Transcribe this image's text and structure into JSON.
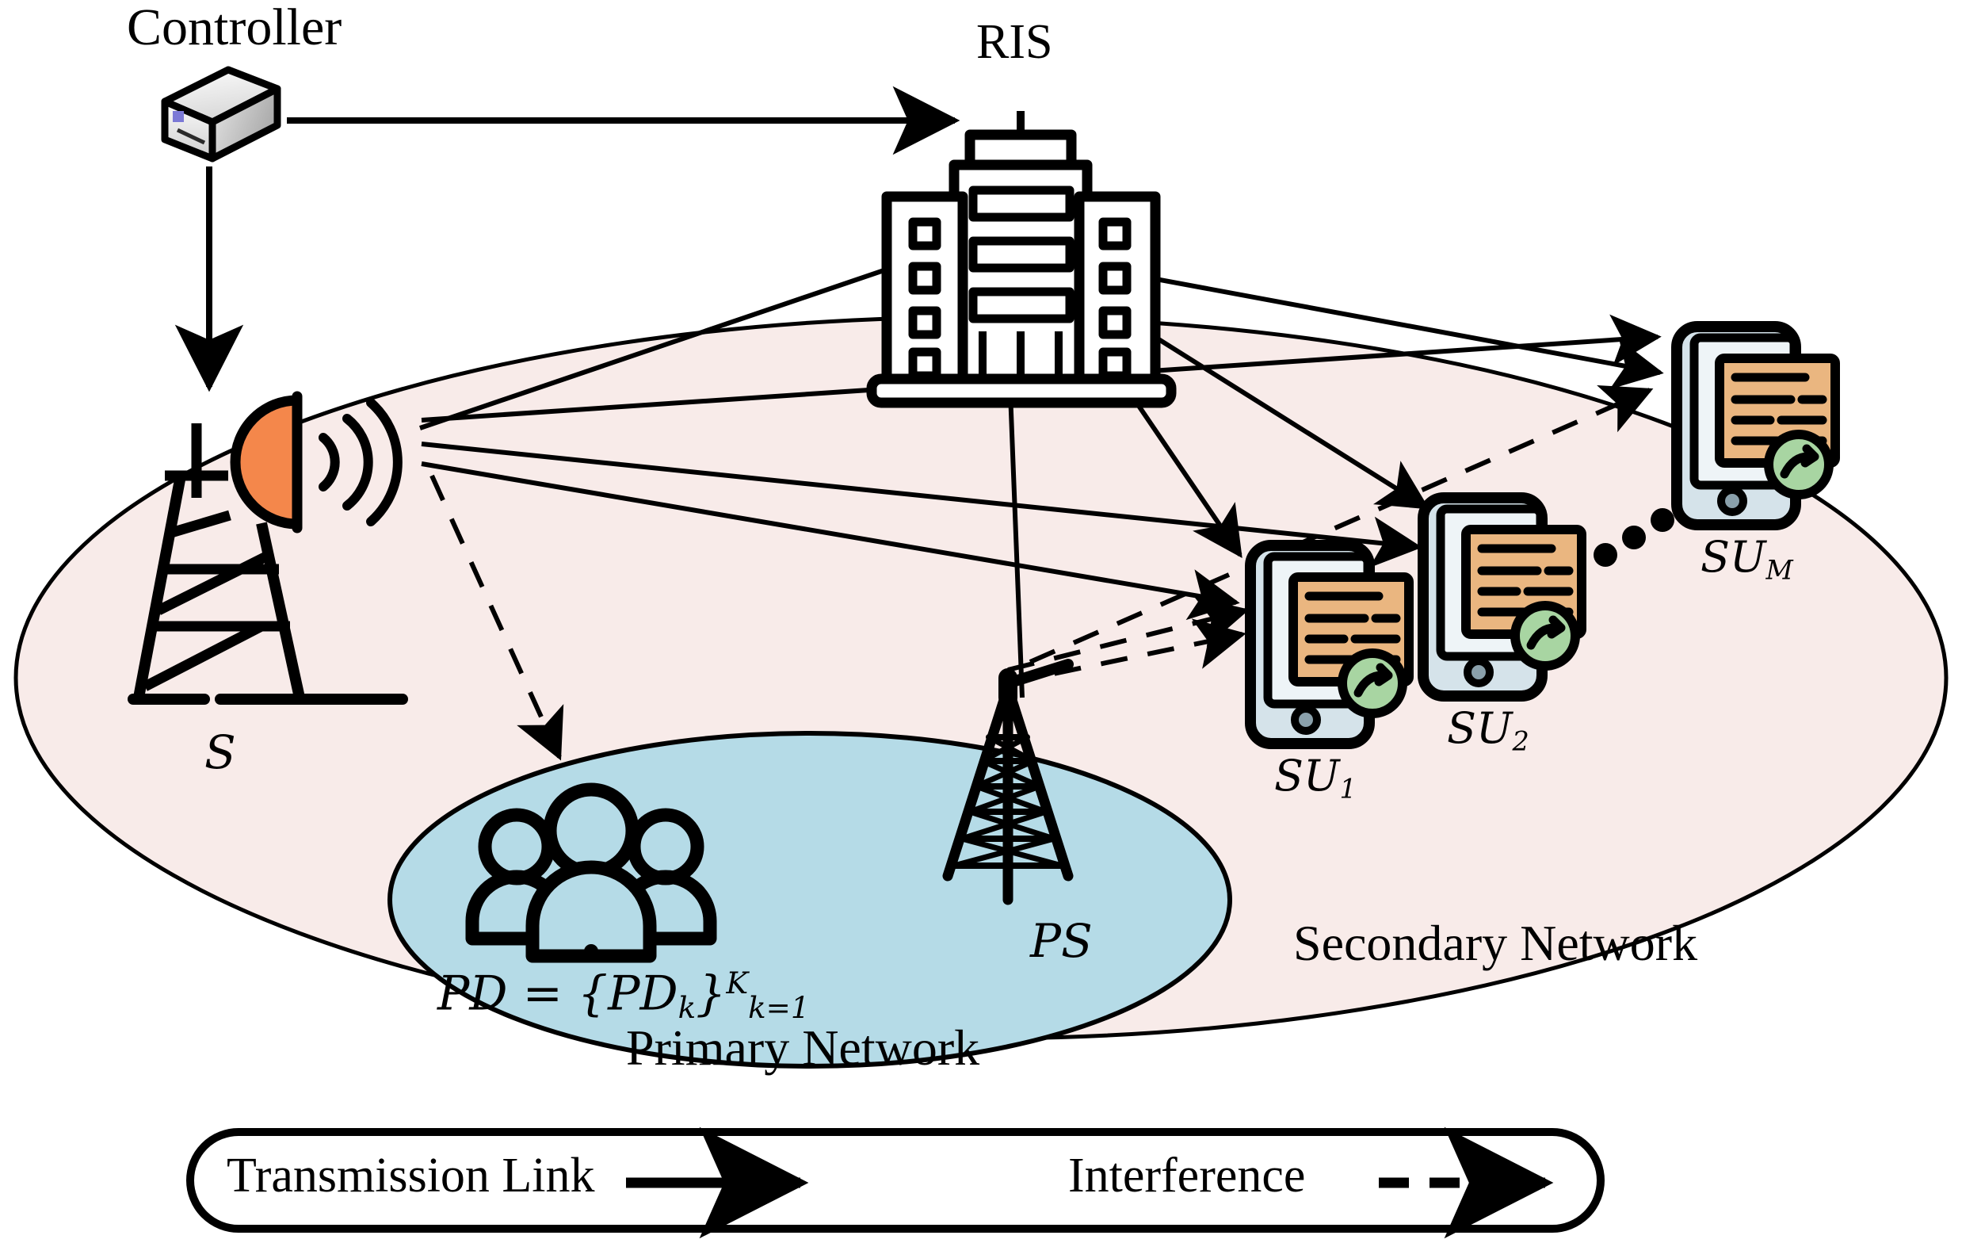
{
  "figure": {
    "title_nodes": {
      "controller": "Controller",
      "ris": "RIS"
    },
    "network_labels": {
      "primary": "Primary Network",
      "secondary": "Secondary Network"
    },
    "node_labels": {
      "source": "S",
      "primary_source": "PS",
      "su_1_base": "SU",
      "su_1_index": "1",
      "su_2_base": "SU",
      "su_2_index": "2",
      "su_m_base": "SU",
      "su_m_index": "M"
    },
    "primary_destination_formula": {
      "lhs": "PD",
      "equals": "=",
      "open_brace": "{",
      "set_base": "PD",
      "set_sub": "k",
      "close_brace": "}",
      "sup": "K",
      "sub": "k=1"
    },
    "ellipsis": "…",
    "legend": {
      "transmission_label": "Transmission Link",
      "interference_label": "Interference",
      "transmission_style": "solid-arrow",
      "interference_style": "dashed-arrow"
    },
    "colors": {
      "secondary_network_fill": "#f8ebe9",
      "primary_network_fill": "#b5dbe7",
      "antenna_dish": "#f4874b",
      "phone_body": "#d5e3ea",
      "phone_screen": "#eef4f7",
      "document": "#eab680",
      "call_badge": "#a8d5a2",
      "outline": "#000000",
      "controller_top": "#f2f2f2",
      "controller_side": "#b9b9b9",
      "background": "#ffffff"
    }
  }
}
